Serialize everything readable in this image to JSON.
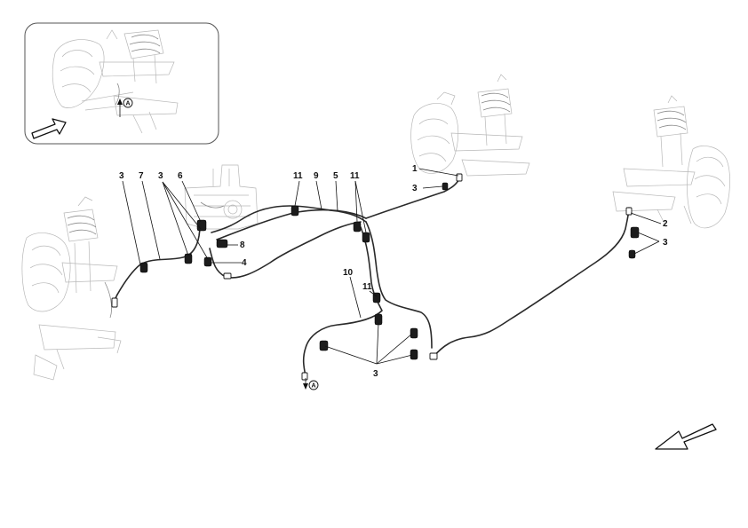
{
  "diagram": {
    "view_marker": "A",
    "callouts": [
      {
        "id": "c1",
        "label": "1"
      },
      {
        "id": "c2",
        "label": "2"
      },
      {
        "id": "c3a",
        "label": "3"
      },
      {
        "id": "c3b",
        "label": "3"
      },
      {
        "id": "c3c",
        "label": "3"
      },
      {
        "id": "c3d",
        "label": "3"
      },
      {
        "id": "c3e",
        "label": "3"
      },
      {
        "id": "c4",
        "label": "4"
      },
      {
        "id": "c5",
        "label": "5"
      },
      {
        "id": "c6",
        "label": "6"
      },
      {
        "id": "c7",
        "label": "7"
      },
      {
        "id": "c8",
        "label": "8"
      },
      {
        "id": "c9",
        "label": "9"
      },
      {
        "id": "c10",
        "label": "10"
      },
      {
        "id": "c11a",
        "label": "11"
      },
      {
        "id": "c11b",
        "label": "11"
      },
      {
        "id": "c11c",
        "label": "11"
      }
    ]
  }
}
